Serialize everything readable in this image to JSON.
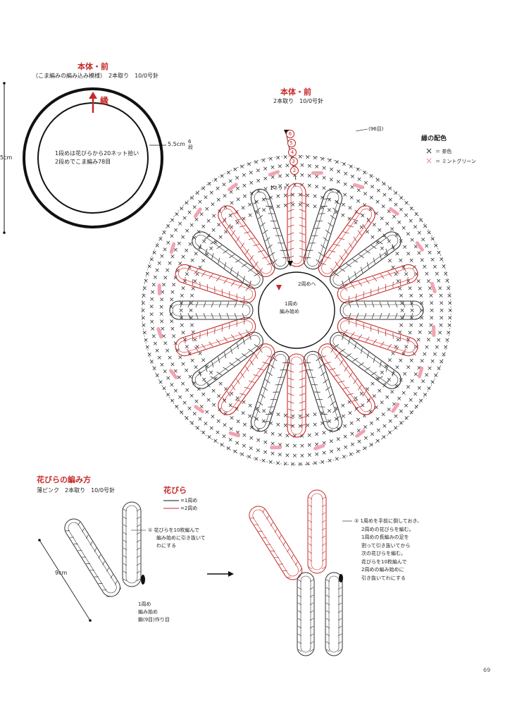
{
  "colors": {
    "red": "#c62828",
    "pink": "#f2a3b1",
    "dark": "#333333",
    "marker": "#111111",
    "accent_red": "#d32f2f"
  },
  "overview": {
    "title": "本体・前",
    "subtitle": "（こま編みの編み込み模様）　2本取り　10/0号針",
    "edge_label": "縁",
    "note_line1": "1段めは花びらから20ネット拾い",
    "note_line2": "2段めでこま編み78目",
    "width_label": "5.5cm",
    "rows_label": "6段",
    "left_cut_label": "5cm"
  },
  "main_chart": {
    "title": "本体・前",
    "subtitle": "2本取り　10/0号針",
    "stitch_count": "(96目)",
    "row_numbers": [
      "6",
      "5",
      "4",
      "3",
      "2"
    ],
    "net_label": "1ネット",
    "round2_label": "2周めへ",
    "round1_label_line1": "1周め",
    "round1_label_line2": "編み始め",
    "petal_count": 20
  },
  "legend": {
    "title": "縁の配色",
    "items": [
      {
        "symbol": "×",
        "text": "＝ 茶色",
        "color": "#333333"
      },
      {
        "symbol": "×",
        "text": "＝ ミントグリーン",
        "color": "#e88aa0"
      }
    ]
  },
  "petal_method": {
    "title": "花びらの編み方",
    "yarn": "薄ピンク　2本取り　10/0号針",
    "legend_title": "花びら",
    "legend_round1": "=1周め",
    "legend_round2": "=2周め",
    "length_label": "9cm",
    "step1_line1": "① 花びらを10枚編んで",
    "step1_line2": "編み始めに引き抜いて",
    "step1_line3": "わにする",
    "start_line1": "1周め",
    "start_line2": "編み始め",
    "start_line3": "鎖(9目)作り目",
    "arrow": "→",
    "step2_lines": [
      "② 1周めを手前に倒しておき、",
      "2周めの花びらを編む。",
      "1周めの長編みの足を",
      "割って引き抜いてから",
      "次の花びらを編む。",
      "花びらを10枚編んで",
      "2周めの編み始めに",
      "引き抜いてわにする"
    ]
  },
  "page_number": "69"
}
